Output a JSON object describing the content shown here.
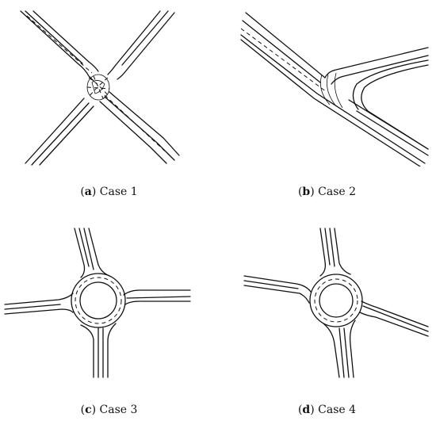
{
  "panels": [
    {
      "tag": "a",
      "label": "Case 1"
    },
    {
      "tag": "b",
      "label": "Case 2"
    },
    {
      "tag": "c",
      "label": "Case 3"
    },
    {
      "tag": "d",
      "label": "Case 4"
    }
  ]
}
